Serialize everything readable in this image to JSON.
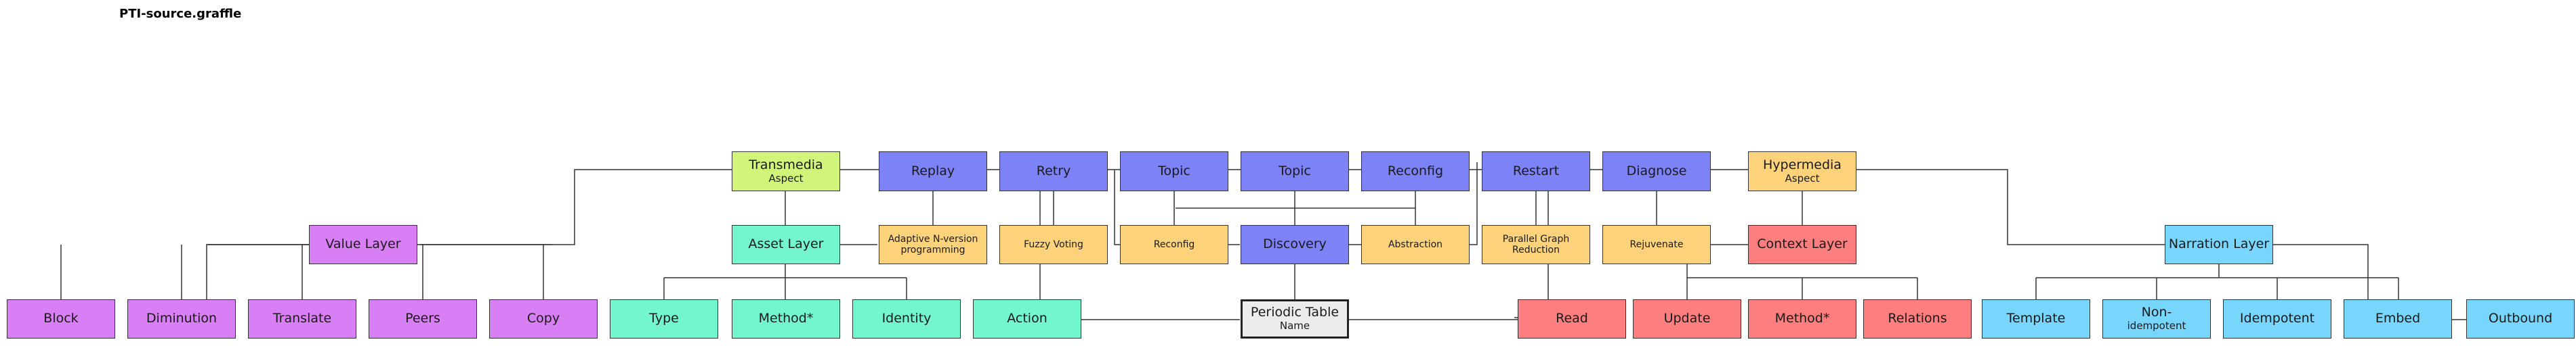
{
  "title": "PTI-source.graffle",
  "colors": {
    "purple": "#d97ff5",
    "mint": "#73f5cf",
    "lime": "#d1f57a",
    "blue": "#7d82f7",
    "orange": "#fcd27a",
    "red": "#fc7e7e",
    "cyan": "#78d5fb",
    "gray": "#ececec"
  },
  "nodes": [
    {
      "id": "value-layer",
      "color": "purple",
      "l1": "Value Layer"
    },
    {
      "id": "block",
      "color": "purple",
      "l1": "Block"
    },
    {
      "id": "diminution",
      "color": "purple",
      "l1": "Diminution"
    },
    {
      "id": "translate",
      "color": "purple",
      "l1": "Translate"
    },
    {
      "id": "peers",
      "color": "purple",
      "l1": "Peers"
    },
    {
      "id": "copy",
      "color": "purple",
      "l1": "Copy"
    },
    {
      "id": "transmedia",
      "color": "lime",
      "l1": "Transmedia",
      "l2": "Aspect"
    },
    {
      "id": "asset-layer",
      "color": "mint",
      "l1": "Asset Layer"
    },
    {
      "id": "type",
      "color": "mint",
      "l1": "Type"
    },
    {
      "id": "method-asset",
      "color": "mint",
      "l1": "Method*"
    },
    {
      "id": "identity",
      "color": "mint",
      "l1": "Identity"
    },
    {
      "id": "action",
      "color": "mint",
      "l1": "Action"
    },
    {
      "id": "replay",
      "color": "blue",
      "l1": "Replay"
    },
    {
      "id": "retry",
      "color": "blue",
      "l1": "Retry"
    },
    {
      "id": "topic-1",
      "color": "blue",
      "l1": "Topic"
    },
    {
      "id": "topic-2",
      "color": "blue",
      "l1": "Topic"
    },
    {
      "id": "reconfig-top",
      "color": "blue",
      "l1": "Reconfig"
    },
    {
      "id": "restart",
      "color": "blue",
      "l1": "Restart"
    },
    {
      "id": "diagnose",
      "color": "blue",
      "l1": "Diagnose"
    },
    {
      "id": "adaptive",
      "color": "orange",
      "small": true,
      "l1": "Adaptive N-version",
      "l2": "programming"
    },
    {
      "id": "fuzzy-voting",
      "color": "orange",
      "small": true,
      "l1": "Fuzzy Voting"
    },
    {
      "id": "reconfig-mid",
      "color": "orange",
      "small": true,
      "l1": "Reconfig"
    },
    {
      "id": "discovery",
      "color": "blue",
      "l1": "Discovery"
    },
    {
      "id": "abstraction",
      "color": "orange",
      "small": true,
      "l1": "Abstraction"
    },
    {
      "id": "parallel-graph",
      "color": "orange",
      "small": true,
      "l1": "Parallel Graph",
      "l2": "Reduction"
    },
    {
      "id": "rejuvenate",
      "color": "orange",
      "small": true,
      "l1": "Rejuvenate"
    },
    {
      "id": "periodic-table",
      "color": "gray",
      "bold": true,
      "l1": "Periodic Table",
      "l2": "Name"
    },
    {
      "id": "hypermedia",
      "color": "orange",
      "l1": "Hypermedia",
      "l2": "Aspect"
    },
    {
      "id": "context-layer",
      "color": "red",
      "l1": "Context Layer"
    },
    {
      "id": "read",
      "color": "red",
      "l1": "Read"
    },
    {
      "id": "update",
      "color": "red",
      "l1": "Update"
    },
    {
      "id": "method-context",
      "color": "red",
      "l1": "Method*"
    },
    {
      "id": "relations",
      "color": "red",
      "l1": "Relations"
    },
    {
      "id": "narration-layer",
      "color": "cyan",
      "l1": "Narration Layer"
    },
    {
      "id": "template",
      "color": "cyan",
      "l1": "Template"
    },
    {
      "id": "non-idempotent",
      "color": "cyan",
      "l1": "Non-",
      "l2": "idempotent"
    },
    {
      "id": "idempotent",
      "color": "cyan",
      "l1": "Idempotent"
    },
    {
      "id": "embed",
      "color": "cyan",
      "l1": "Embed"
    },
    {
      "id": "outbound",
      "color": "cyan",
      "l1": "Outbound"
    }
  ]
}
